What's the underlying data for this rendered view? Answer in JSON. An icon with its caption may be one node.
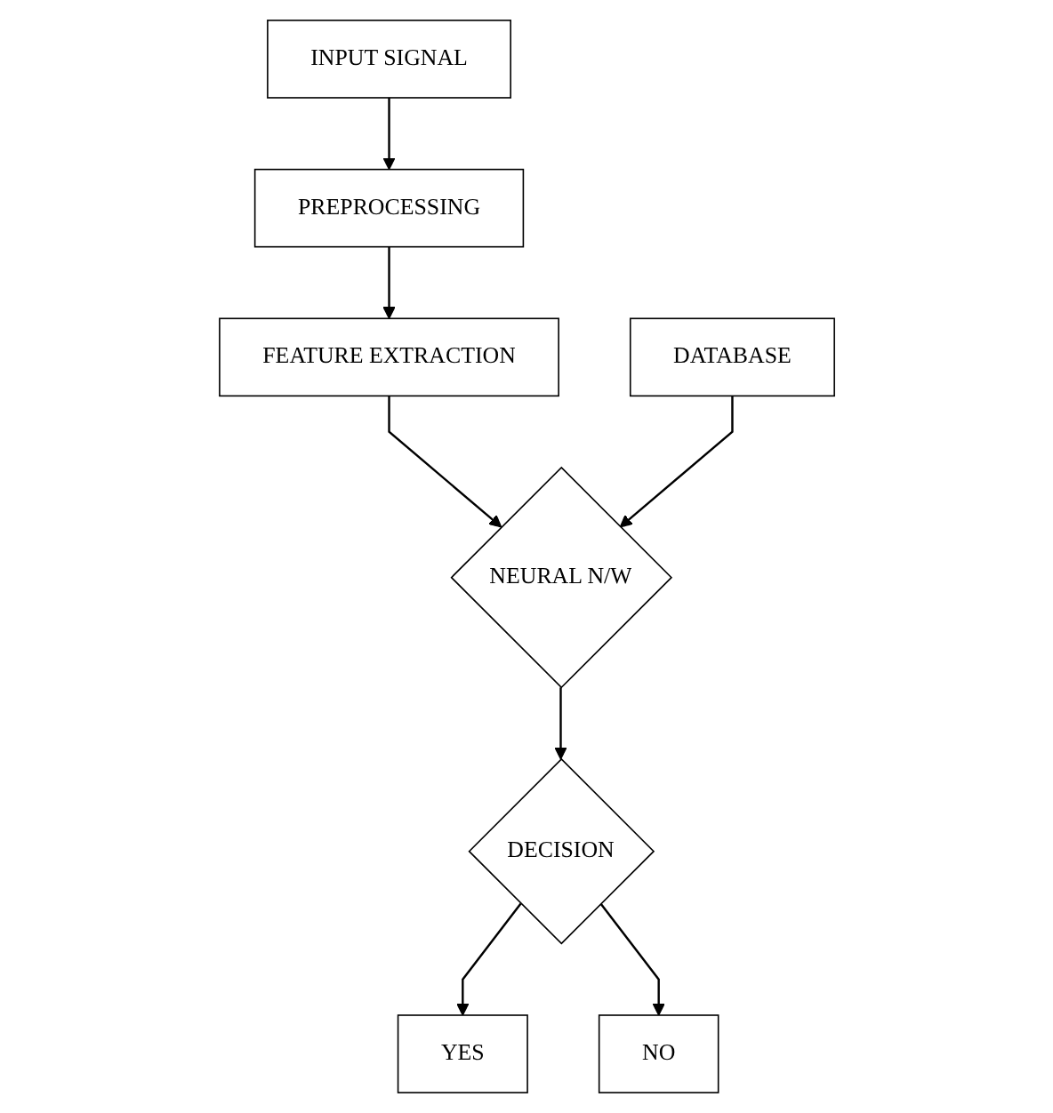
{
  "diagram": {
    "nodes": [
      {
        "text": [
          "INPUT SIGNAL"
        ]
      },
      {
        "text": [
          "PREPROCESSING"
        ]
      },
      {
        "text": [
          "FEATURE EXTRACTION"
        ]
      },
      {
        "text": [
          "NEURAL N/W"
        ]
      },
      {
        "text": [
          "DATABASE"
        ]
      },
      {
        "text": [
          "DECISION"
        ]
      },
      {
        "text": [
          "YES"
        ]
      },
      {
        "text": [
          "NO"
        ]
      }
    ],
    "edges": [
      {
        "from": 0,
        "to": 1,
        "arrow": "to"
      },
      {
        "from": 1,
        "to": 2,
        "arrow": "to"
      },
      {
        "from": 2,
        "to": 3,
        "arrow": "to"
      },
      {
        "from": 4,
        "to": 3,
        "arrow": "to"
      },
      {
        "from": 3,
        "to": 5,
        "arrow": "to"
      },
      {
        "from": 5,
        "to": 6,
        "arrow": "to"
      },
      {
        "from": 5,
        "to": 7,
        "arrow": "to"
      }
    ]
  }
}
